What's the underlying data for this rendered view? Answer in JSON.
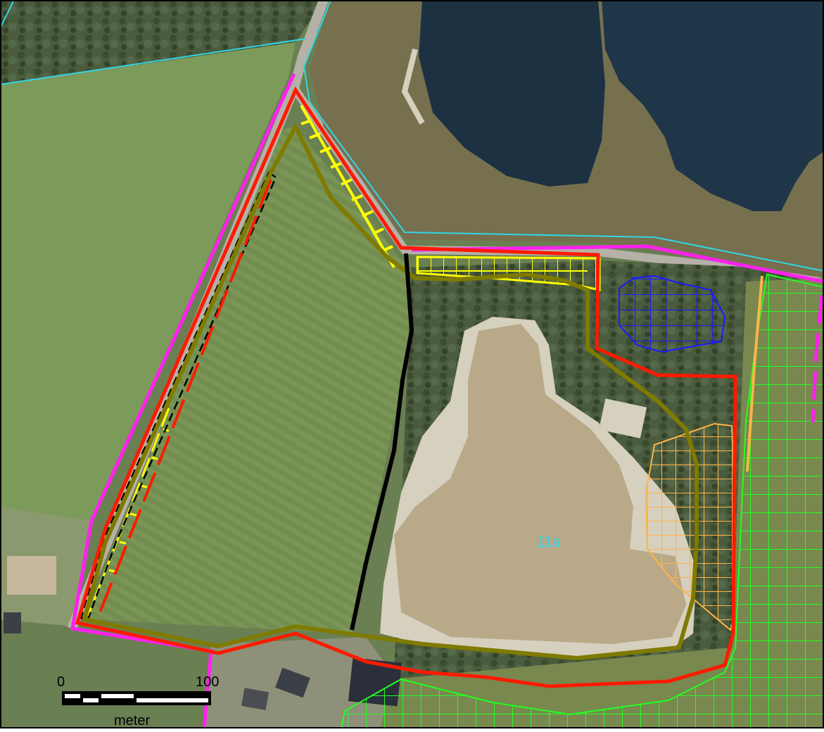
{
  "map": {
    "area_label": "11a",
    "scale_bar": {
      "start_label": "0",
      "end_label": "100",
      "unit_label": "meter"
    }
  },
  "colors": {
    "field": "#6f8a4e",
    "field_light": "#7e9958",
    "woodland": "#44563a",
    "water_dark": "#1c3142",
    "water_sandy": "#b9a988",
    "sand": "#d6d0bf",
    "road": "#b5b1a8",
    "cyan_line": "#33d6e6",
    "magenta_line": "#ff22ee",
    "red_boundary": "#ff1a00",
    "olive_boundary": "#7f7a00",
    "yellow_hatch": "#ffff00",
    "blue_grid": "#1a1aff",
    "orange_grid": "#ffb347",
    "green_grid": "#22ff22",
    "black_line": "#000000",
    "label_cyan": "#33d6e6"
  },
  "icons": [
    "north-field",
    "scale-bar"
  ]
}
